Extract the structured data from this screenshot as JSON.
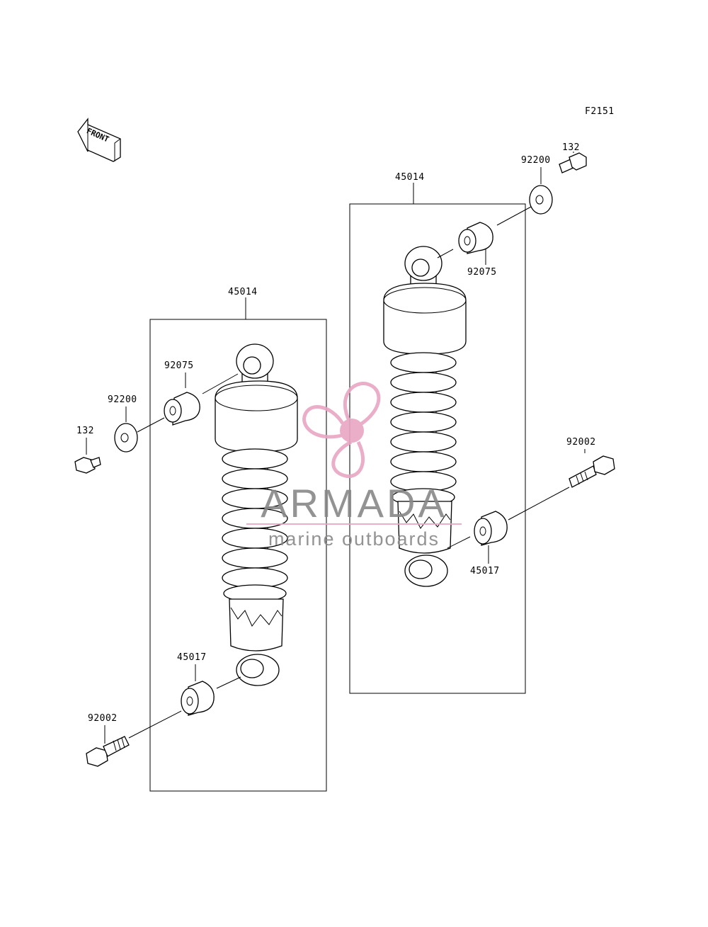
{
  "figure_id": "F2151",
  "front_indicator": "FRONT",
  "watermark": {
    "brand": "ARMADA",
    "tagline": "marine outboards",
    "brand_color": "#888888",
    "logo_color": "#e8a6c4"
  },
  "left_assembly": {
    "part_number": "45014",
    "parts": [
      {
        "id": "collar_top",
        "number": "92075"
      },
      {
        "id": "washer",
        "number": "92200"
      },
      {
        "id": "bolt_top",
        "number": "132"
      },
      {
        "id": "collar_bottom",
        "number": "45017"
      },
      {
        "id": "bolt_bottom",
        "number": "92002"
      }
    ]
  },
  "right_assembly": {
    "part_number": "45014",
    "parts": [
      {
        "id": "washer",
        "number": "92200"
      },
      {
        "id": "bolt_top",
        "number": "132"
      },
      {
        "id": "collar_top",
        "number": "92075"
      },
      {
        "id": "bolt_bottom",
        "number": "92002"
      },
      {
        "id": "collar_bottom",
        "number": "45017"
      }
    ]
  }
}
